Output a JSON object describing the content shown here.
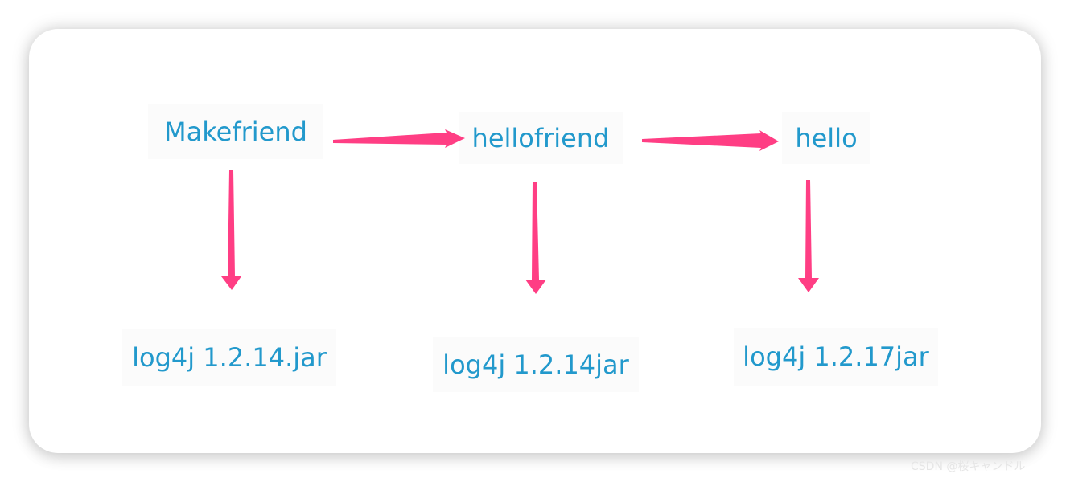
{
  "diagram": {
    "nodes": [
      {
        "id": "makefriend",
        "label": "Makefriend"
      },
      {
        "id": "hellofriend",
        "label": "hellofriend"
      },
      {
        "id": "hello",
        "label": "hello"
      },
      {
        "id": "jar1",
        "label": "log4j 1.2.14.jar"
      },
      {
        "id": "jar2",
        "label": "log4j 1.2.14jar"
      },
      {
        "id": "jar3",
        "label": "log4j 1.2.17jar"
      }
    ],
    "edges": [
      {
        "from": "makefriend",
        "to": "hellofriend"
      },
      {
        "from": "hellofriend",
        "to": "hello"
      },
      {
        "from": "makefriend",
        "to": "jar1"
      },
      {
        "from": "hellofriend",
        "to": "jar2"
      },
      {
        "from": "hello",
        "to": "jar3"
      }
    ],
    "arrow_color": "#ff3e84",
    "text_color": "#2299cc"
  },
  "watermark": "CSDN @桜キャンドル"
}
